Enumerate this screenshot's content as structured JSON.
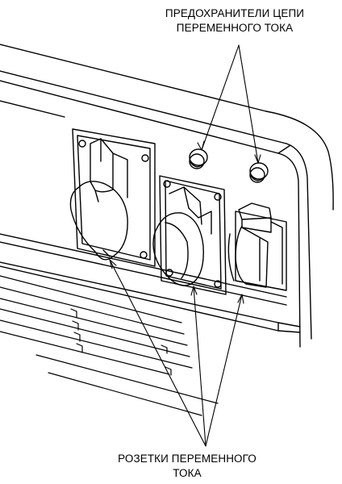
{
  "labels": {
    "fuses": {
      "line1": "ПРЕДОХРАНИТЕЛИ ЦЕПИ",
      "line2": "ПЕРЕМЕННОГО ТОКА"
    },
    "sockets": {
      "line1": "РОЗЕТКИ ПЕРЕМЕННОГО",
      "line2": "ТОКА"
    }
  },
  "components": {
    "sockets_count": 3,
    "fuses_count": 2
  }
}
